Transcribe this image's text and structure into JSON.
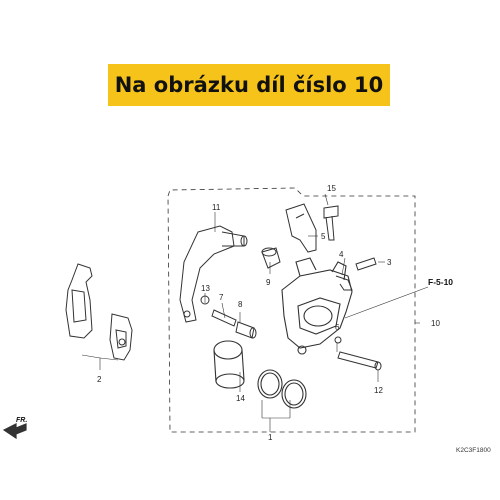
{
  "banner": {
    "text": "Na obrázku díl číslo 10"
  },
  "diagram": {
    "part_numbers": [
      "1",
      "2",
      "3",
      "4",
      "5",
      "6",
      "7",
      "8",
      "9",
      "10",
      "11",
      "12",
      "13",
      "14",
      "15"
    ],
    "reference": "F-5-10",
    "drawing_code": "K2C3F1800",
    "direction_label": "FR.",
    "accent_color": "#f6c31a",
    "line_color": "#333333"
  }
}
